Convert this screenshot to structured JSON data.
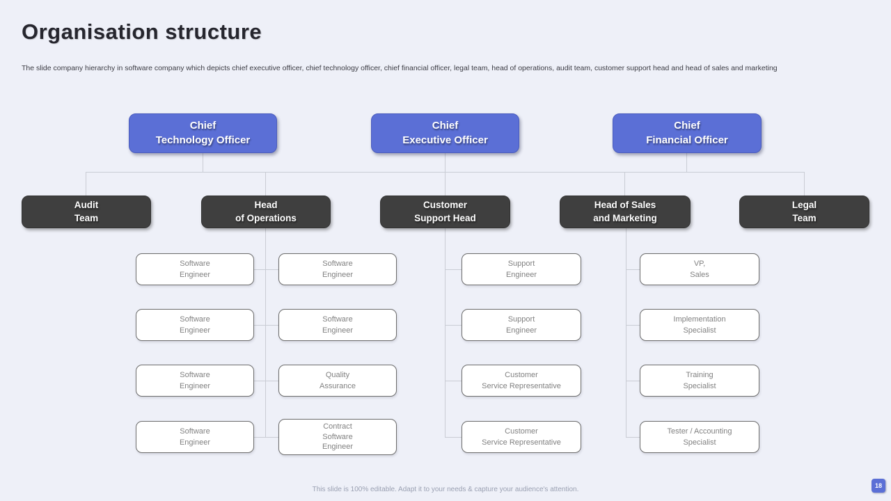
{
  "slide": {
    "title": "Organisation structure",
    "description": "The slide company hierarchy in software company which depicts chief executive officer, chief technology officer,  chief financial officer, legal team, head of operations, audit team, customer support head and head of sales and marketing",
    "footer": "This slide is 100% editable.  Adapt it to your needs & capture your audience's attention.",
    "page_number": "18"
  },
  "colors": {
    "background": "#EEF0F8",
    "title_text": "#26262E",
    "description_text": "#3C3C44",
    "executive_box": "#5B6FD6",
    "executive_box_border": "#4A5CBE",
    "department_box": "#3F3F3F",
    "role_box_border": "#6B6B6B",
    "role_text": "#808080",
    "connector": "#C9CCD4",
    "footer_text": "#9AA0B2",
    "page_badge": "#5B6FD6"
  },
  "org_chart": {
    "executives": [
      {
        "label": "Chief\nTechnology Officer"
      },
      {
        "label": "Chief\nExecutive Officer"
      },
      {
        "label": "Chief\nFinancial Officer"
      }
    ],
    "departments": [
      {
        "label": "Audit\nTeam"
      },
      {
        "label": "Head\nof Operations"
      },
      {
        "label": "Customer\nSupport Head"
      },
      {
        "label": "Head of Sales\nand Marketing"
      },
      {
        "label": "Legal\nTeam"
      }
    ],
    "roles": {
      "operations_left": [
        {
          "label": "Software\nEngineer"
        },
        {
          "label": "Software\nEngineer"
        },
        {
          "label": "Software\nEngineer"
        },
        {
          "label": "Software\nEngineer"
        }
      ],
      "operations_right": [
        {
          "label": "Software\nEngineer"
        },
        {
          "label": "Software\nEngineer"
        },
        {
          "label": "Quality\nAssurance"
        },
        {
          "label": "Contract\nSoftware\nEngineer"
        }
      ],
      "customer_support": [
        {
          "label": "Support\nEngineer"
        },
        {
          "label": "Support\nEngineer"
        },
        {
          "label": "Customer\nService  Representative"
        },
        {
          "label": "Customer\nService  Representative"
        }
      ],
      "sales_marketing": [
        {
          "label": "VP,\nSales"
        },
        {
          "label": "Implementation\nSpecialist"
        },
        {
          "label": "Training\nSpecialist"
        },
        {
          "label": "Tester / Accounting\nSpecialist"
        }
      ]
    }
  }
}
